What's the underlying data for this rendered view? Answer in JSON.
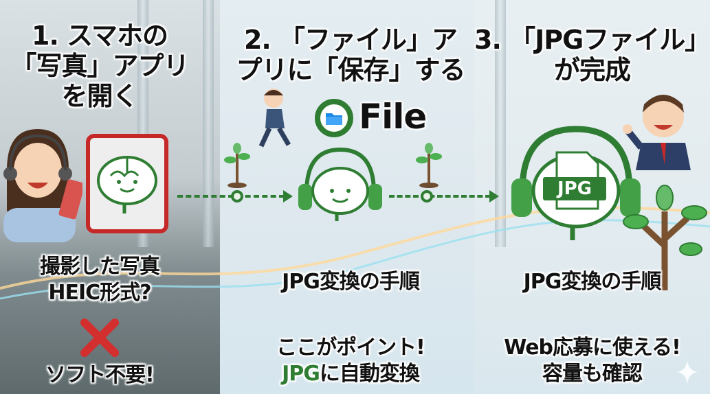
{
  "steps": [
    {
      "title_lines": [
        "1. スマホの",
        "「写真」アプリ",
        "を開く"
      ],
      "notes": [
        "撮影した写真",
        "HEIC形式?"
      ],
      "footer": "ソフト不要!"
    },
    {
      "title_lines": [
        "2. 「ファイル」ア",
        "プリに「保存」する"
      ],
      "app_label": "File",
      "caption": "JPG変換の手順",
      "footer_lines": [
        "ここがポイント!"
      ],
      "footer_highlight": "JPG",
      "footer_rest": "に自動変換"
    },
    {
      "title_lines": [
        "3. 「JPGファイル」",
        "が完成"
      ],
      "badge": "JPG",
      "caption": "JPG変換の手順",
      "footer_lines": [
        "Web応募に使える!",
        "容量も確認"
      ]
    }
  ],
  "colors": {
    "accent_green": "#2e7d32",
    "warning_red": "#d32f2f",
    "frame_red": "#c62828"
  }
}
